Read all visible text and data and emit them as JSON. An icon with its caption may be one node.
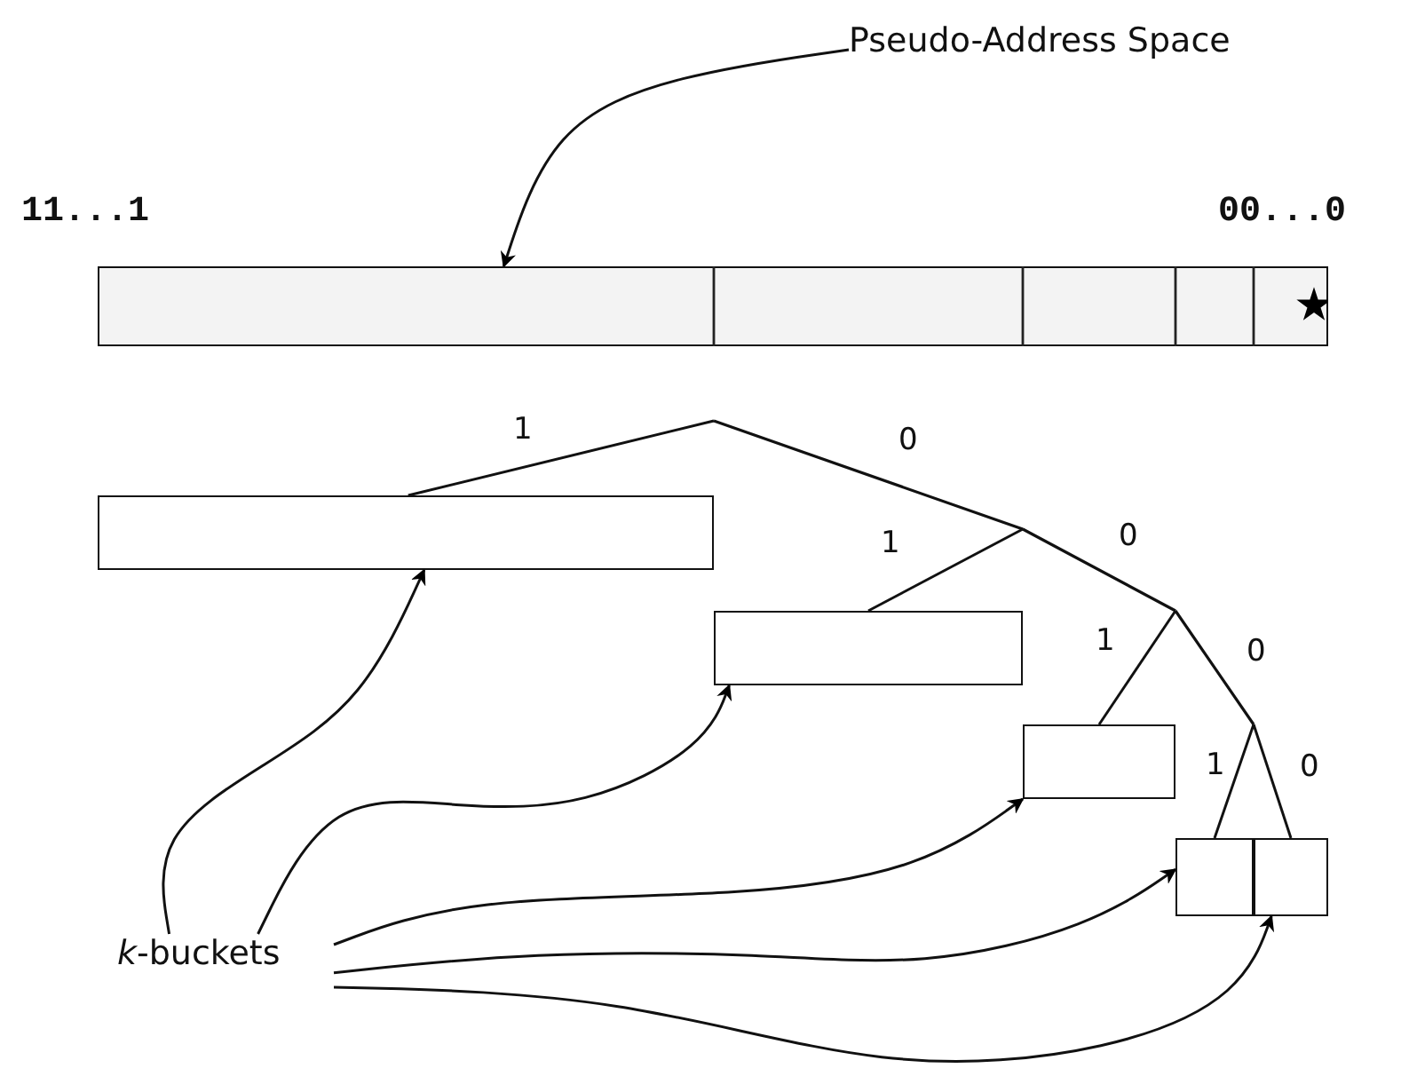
{
  "diagram": {
    "nodes": [
      {
        "text": [
          "Pseudo-Address Space"
        ]
      },
      {
        "text": [],
        "shape": "bar"
      },
      {
        "text": [],
        "shape": "box"
      },
      {
        "text": [],
        "shape": "box"
      },
      {
        "text": [],
        "shape": "box"
      },
      {
        "text": [],
        "shape": "box"
      },
      {
        "text": [],
        "shape": "box"
      },
      {
        "text": [
          "*k*-buckets"
        ]
      }
    ],
    "edges": [
      {
        "from": 0,
        "to": 1,
        "arrow": "to"
      },
      {
        "from": 7,
        "to": 2,
        "arrow": "to"
      },
      {
        "from": 7,
        "to": 3,
        "arrow": "to"
      },
      {
        "from": 7,
        "to": 4,
        "arrow": "to"
      },
      {
        "from": 7,
        "to": 5,
        "arrow": "to"
      },
      {
        "from": 7,
        "to": 6,
        "arrow": "to"
      },
      {
        "from": null,
        "to": 2,
        "arrow": "none",
        "label": "1"
      },
      {
        "from": null,
        "to": 3,
        "arrow": "none",
        "label": "1"
      },
      {
        "from": null,
        "to": 4,
        "arrow": "none",
        "label": "1"
      },
      {
        "from": null,
        "to": 5,
        "arrow": "none",
        "label": "1"
      },
      {
        "from": null,
        "to": 6,
        "arrow": "none",
        "label": "0"
      }
    ],
    "labels": [
      "11...1",
      "00...0",
      "0",
      "0",
      "0"
    ]
  }
}
